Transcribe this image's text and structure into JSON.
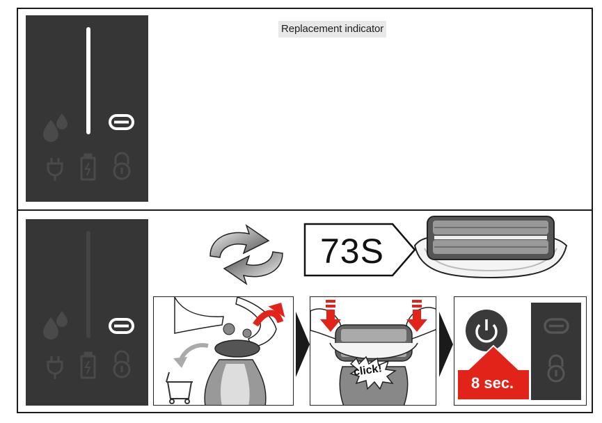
{
  "section_title": "Replacement indicator",
  "model": "73S",
  "step2_label": "click!",
  "step3_label": "8 sec.",
  "colors": {
    "panel": "#363636",
    "icon_dim": "#4a4a4a",
    "icon_lit": "#ffffff",
    "arrow_red": "#e2231a",
    "border": "#1a1a1a"
  },
  "icons": {
    "top_panel": [
      "drops-icon",
      "level-bar",
      "cassette-replace-icon",
      "plug-icon",
      "battery-icon",
      "lock-icon"
    ],
    "bottom_panel": [
      "drops-icon",
      "level-bar",
      "cassette-replace-icon",
      "plug-icon",
      "battery-icon",
      "lock-icon"
    ],
    "steps": [
      "remove-cassette",
      "attach-new-cassette",
      "hold-power-button"
    ]
  }
}
